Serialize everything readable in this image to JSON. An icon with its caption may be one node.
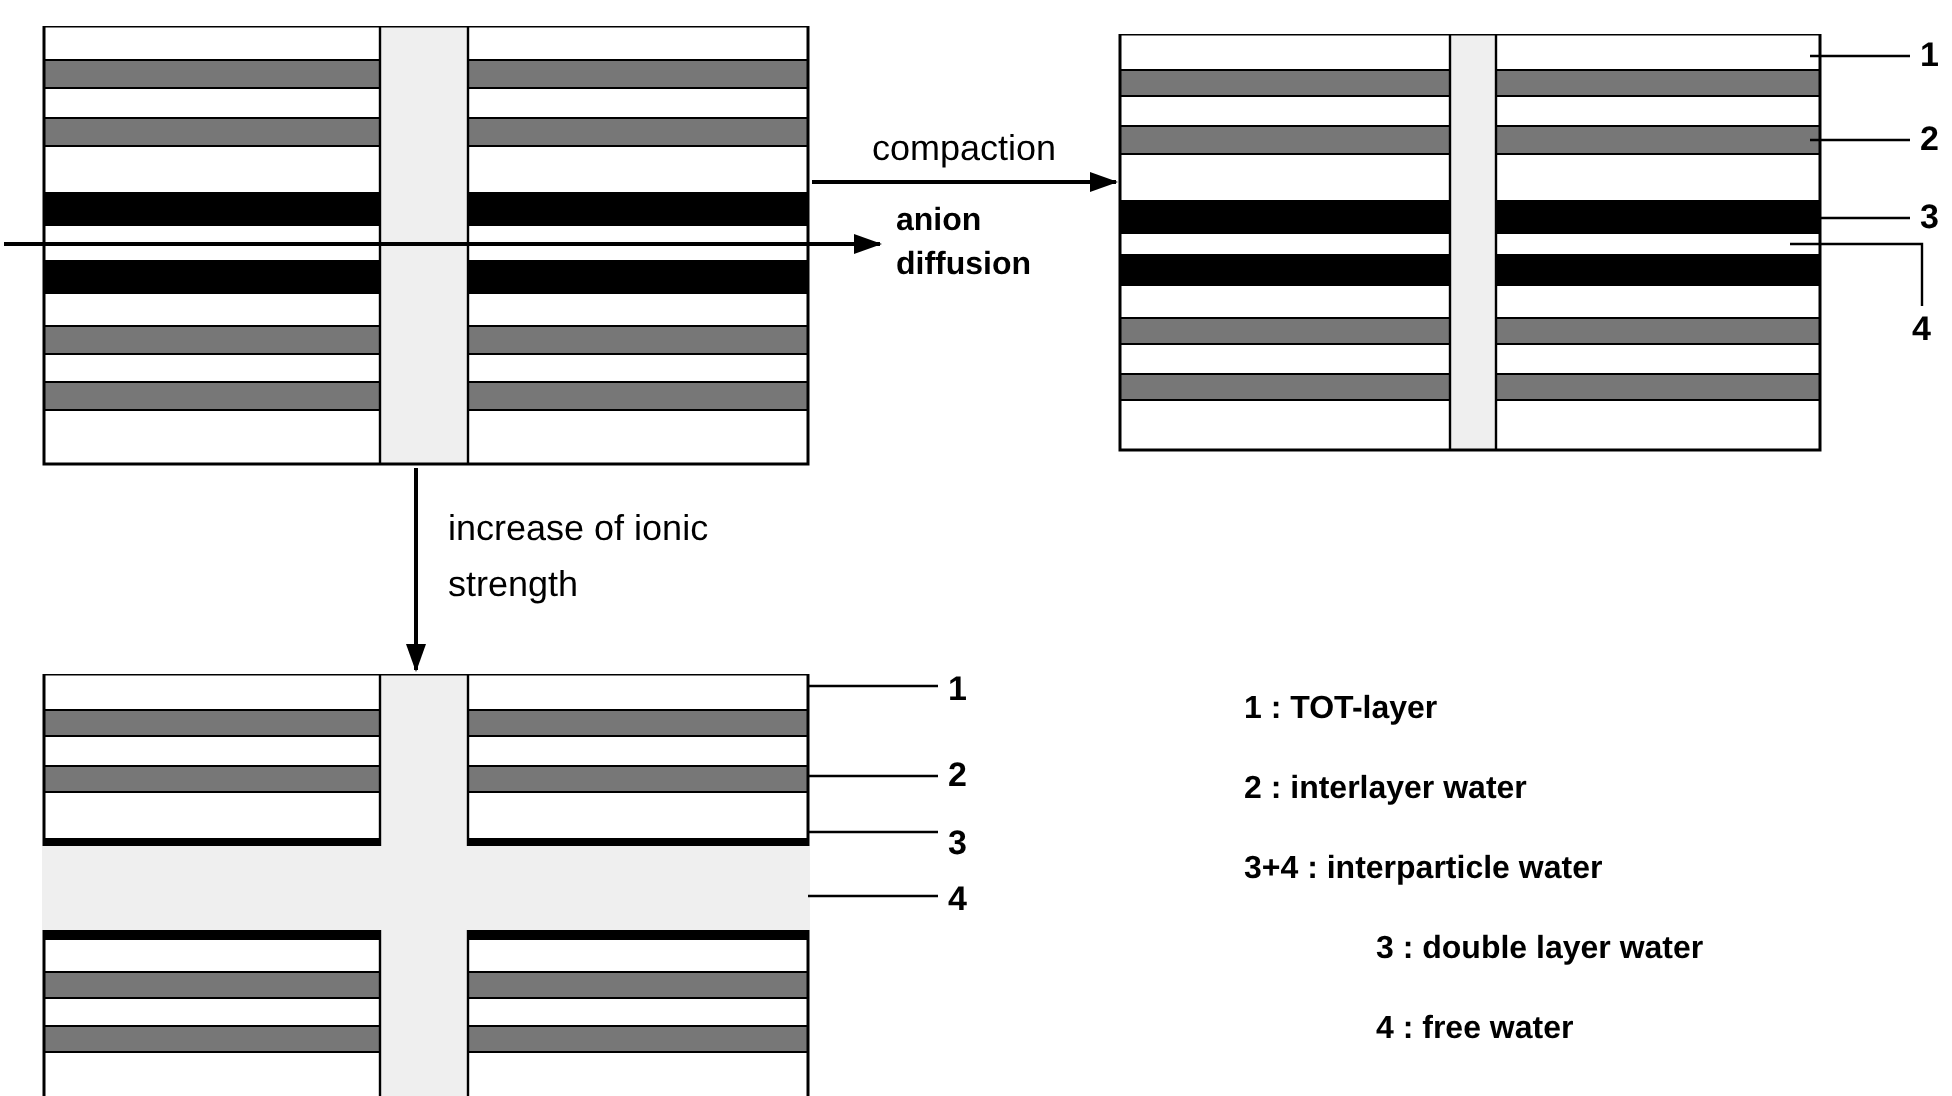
{
  "diagram": {
    "nodes": [
      {
        "text": [],
        "shape": "picture"
      },
      {
        "text": [],
        "shape": "picture"
      },
      {
        "text": [],
        "shape": "picture"
      },
      {
        "text": [
          "1"
        ]
      },
      {
        "text": [
          "2"
        ]
      },
      {
        "text": [
          "3"
        ]
      },
      {
        "text": [
          "4"
        ]
      },
      {
        "text": [
          "1"
        ]
      },
      {
        "text": [
          "2"
        ]
      },
      {
        "text": [
          "3"
        ]
      },
      {
        "text": [
          "4"
        ]
      }
    ],
    "edges": [
      {
        "from": 0,
        "to": 1,
        "arrow": "to",
        "label": "compaction"
      },
      {
        "from": 0,
        "to": 2,
        "arrow": "to",
        "label": "increase of ionic strength"
      },
      {
        "from": 3,
        "to": 1,
        "arrow": "none"
      },
      {
        "from": 4,
        "to": 1,
        "arrow": "none"
      },
      {
        "from": 5,
        "to": 1,
        "arrow": "none"
      },
      {
        "from": 6,
        "to": 1,
        "arrow": "none"
      },
      {
        "from": 7,
        "to": 2,
        "arrow": "none"
      },
      {
        "from": 8,
        "to": 2,
        "arrow": "none"
      },
      {
        "from": 9,
        "to": 2,
        "arrow": "none"
      },
      {
        "from": 10,
        "to": 2,
        "arrow": "none"
      }
    ],
    "labels": [
      "anion diffusion",
      "1 : TOT-layer",
      "2 : interlayer water",
      "3+4 : interparticle water",
      "3 : double layer water",
      "4 : free water"
    ]
  }
}
